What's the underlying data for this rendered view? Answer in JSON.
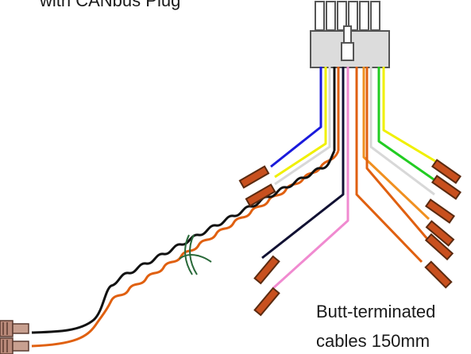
{
  "top_caption": "with CANbus Plug",
  "bottom_caption": {
    "line1": "Butt-terminated",
    "line2": "cables 150mm"
  },
  "colors": {
    "connector_fill": "#dcdcdc",
    "connector_stroke": "#555555",
    "terminal_fill": "#c8501e",
    "terminal_stroke": "#5a2a10",
    "crimp_fill": "#b98a7a",
    "wire_blue": "#1a1adc",
    "wire_yellow": "#f0f000",
    "wire_white": "#d8d8d8",
    "wire_black": "#111111",
    "wire_orange": "#e06010",
    "wire_pink": "#f08ad0",
    "wire_green": "#22cc22",
    "wire_light_orange": "#f09020",
    "clip_green": "#2a6a3a"
  }
}
